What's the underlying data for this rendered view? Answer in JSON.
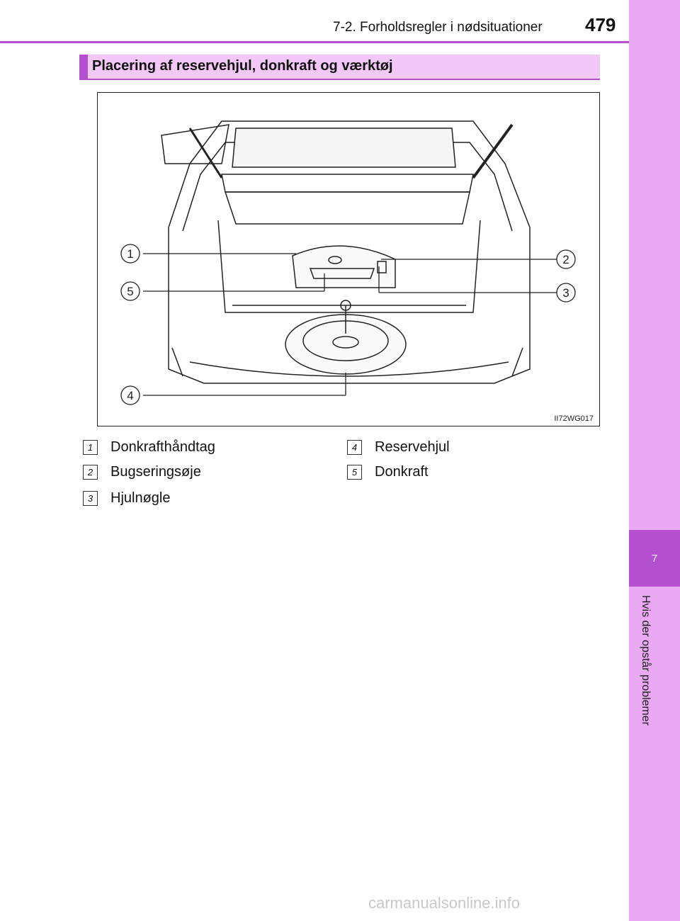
{
  "header": {
    "section_title": "7-2. Forholdsregler i nødsituationer",
    "page_number": "479"
  },
  "sidebar": {
    "chapter_number": "7",
    "chapter_title": "Hvis der opstår problemer"
  },
  "subsection": {
    "title": "Placering af reservehjul, donkraft og værktøj"
  },
  "figure": {
    "code": "II72WG017",
    "callouts": [
      "1",
      "2",
      "3",
      "4",
      "5"
    ]
  },
  "legend": [
    {
      "num": "1",
      "label": "Donkrafthåndtag"
    },
    {
      "num": "2",
      "label": "Bugseringsøje"
    },
    {
      "num": "3",
      "label": "Hjulnøgle"
    },
    {
      "num": "4",
      "label": "Reservehjul"
    },
    {
      "num": "5",
      "label": "Donkraft"
    }
  ],
  "watermark": "carmanualsonline.info"
}
